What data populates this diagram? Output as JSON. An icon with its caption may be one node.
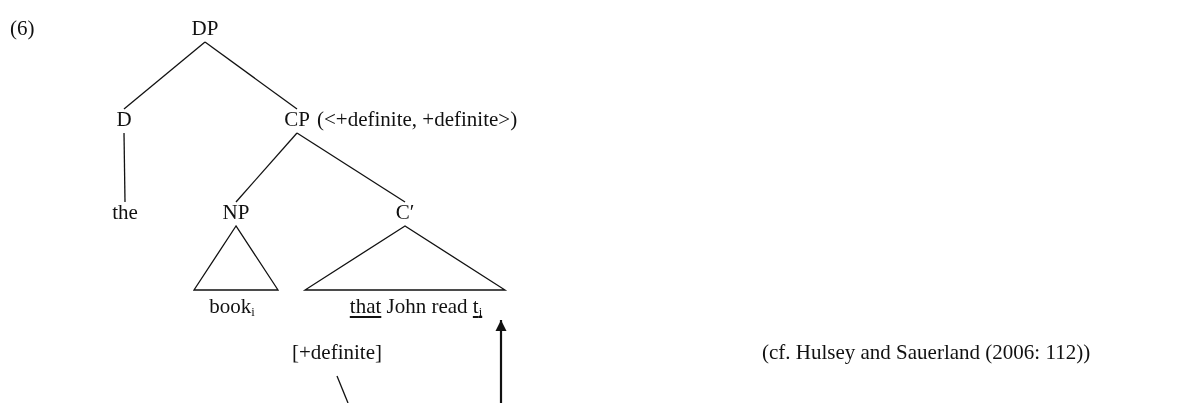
{
  "diagram": {
    "nodes": [
      {
        "text": [
          "DP"
        ]
      },
      {
        "text": [
          "D"
        ]
      },
      {
        "text": [
          "CP"
        ],
        "beside": [
          "(<+definite, +definite>)"
        ]
      },
      {
        "text": [
          "the"
        ]
      },
      {
        "text": [
          "NP"
        ]
      },
      {
        "text": [
          "C′"
        ]
      },
      {
        "text": [
          "book$_{i}$"
        ]
      },
      {
        "text": [
          "that",
          "John read",
          "t$_{i}$"
        ]
      },
      {
        "text": [
          "[+definite]"
        ]
      }
    ],
    "edges": [
      {
        "from": 0,
        "to": 1,
        "arrow": "none"
      },
      {
        "from": 0,
        "to": 2,
        "arrow": "none"
      },
      {
        "from": 1,
        "to": 3,
        "arrow": "none"
      },
      {
        "from": 2,
        "to": 4,
        "arrow": "none"
      },
      {
        "from": 2,
        "to": 5,
        "arrow": "none"
      },
      {
        "from": 4,
        "to": 6,
        "arrow": "none"
      },
      {
        "from": 5,
        "to": 7,
        "arrow": "none"
      },
      {
        "from": 8,
        "to": null,
        "arrow": "none"
      },
      {
        "from": null,
        "to": 7,
        "arrow": "to"
      }
    ],
    "labels": [
      "(6)",
      "(cf. Hulsey and Sauerland (2006: 112))"
    ]
  }
}
